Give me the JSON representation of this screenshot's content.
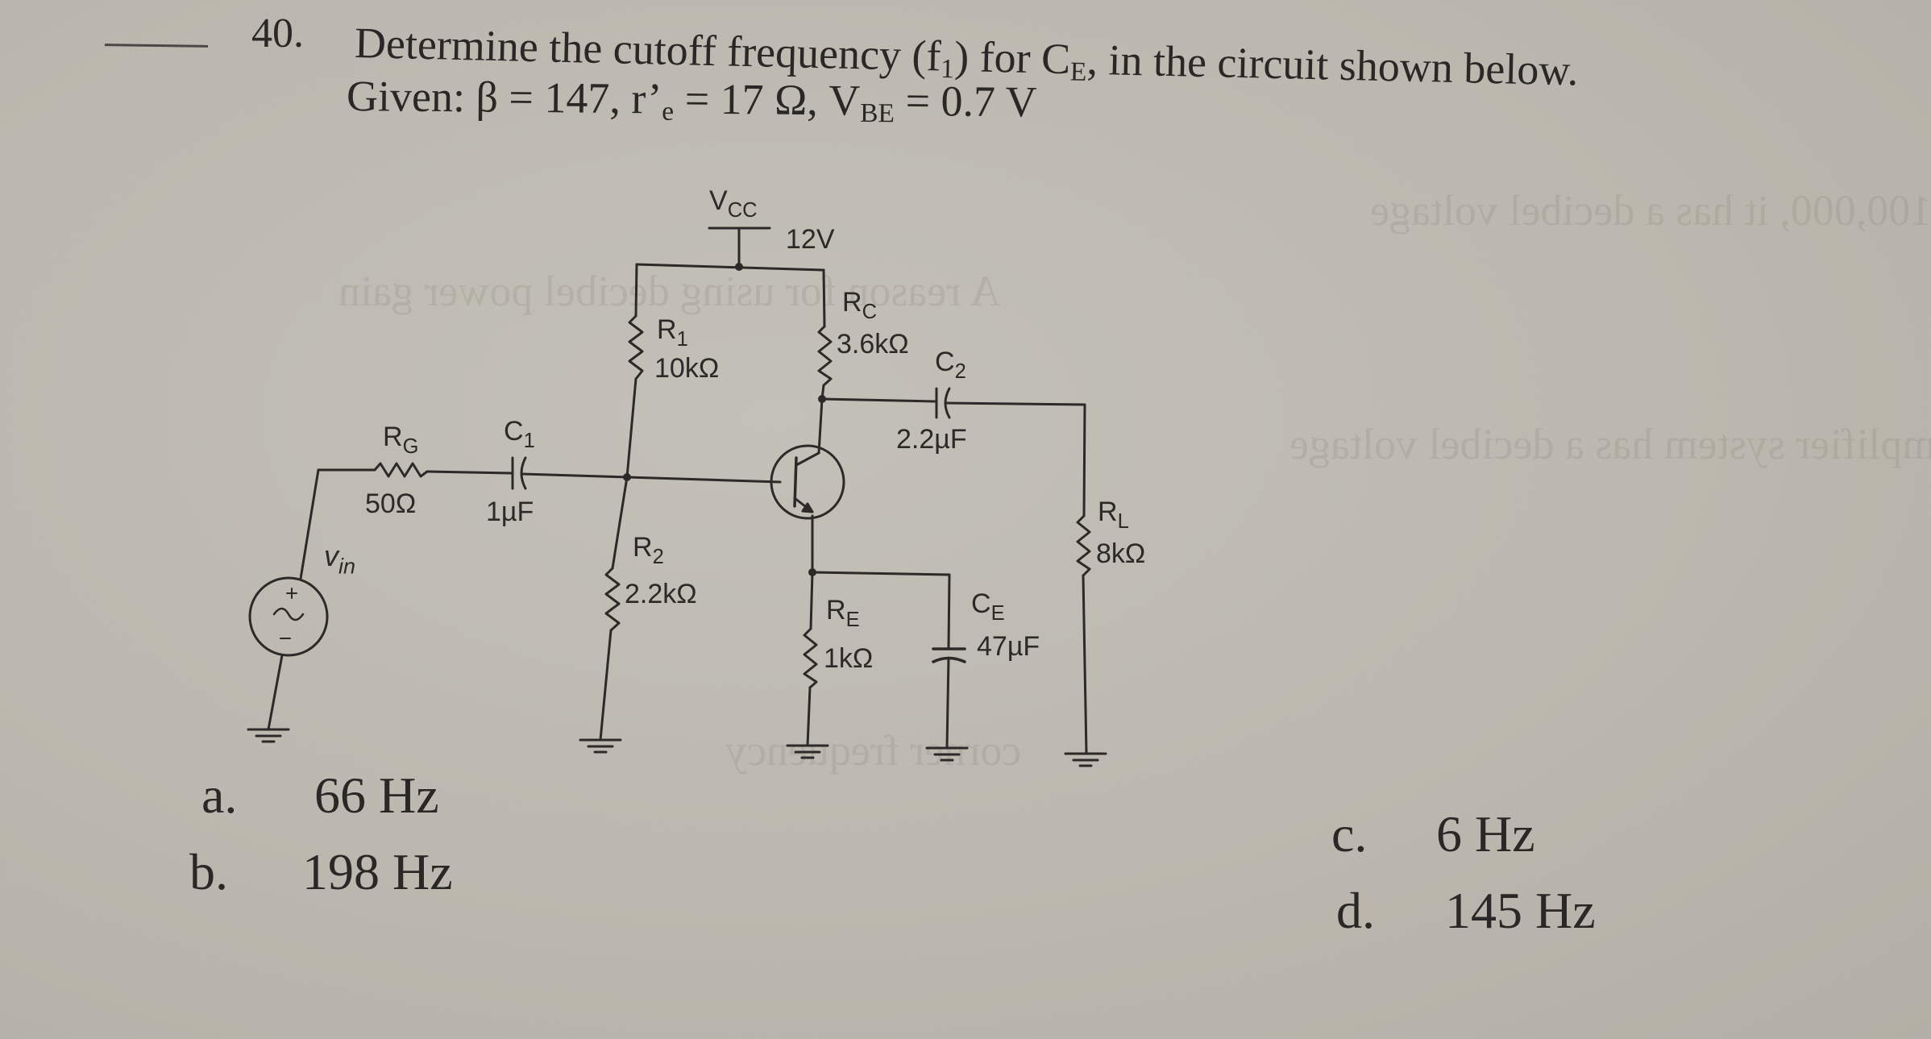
{
  "question": {
    "number": "40.",
    "text": "Determine the cutoff frequency (f",
    "text_sub": "1",
    "text_mid": ") for C",
    "text_sub2": "E",
    "text_end": ", in the circuit shown below.",
    "given_prefix": "Given: β = 147, r’",
    "given_sub_e": "e",
    "given_mid": " = 17 Ω, V",
    "given_sub_be": "BE",
    "given_end": " = 0.7 V"
  },
  "circuit": {
    "vcc": {
      "label": "V",
      "sub": "CC",
      "value": "12V"
    },
    "rg": {
      "label": "R",
      "sub": "G",
      "value": "50Ω"
    },
    "c1": {
      "label": "C",
      "sub": "1",
      "value": "1µF"
    },
    "vin": {
      "label": "v",
      "sub": "in",
      "plus": "+",
      "minus": "−",
      "symbol": "~"
    },
    "r1": {
      "label": "R",
      "sub": "1",
      "value": "10kΩ"
    },
    "r2": {
      "label": "R",
      "sub": "2",
      "value": "2.2kΩ"
    },
    "rc": {
      "label": "R",
      "sub": "C",
      "value": "3.6kΩ"
    },
    "c2": {
      "label": "C",
      "sub": "2",
      "value": "2.2µF"
    },
    "re": {
      "label": "R",
      "sub": "E",
      "value": "1kΩ"
    },
    "ce": {
      "label": "C",
      "sub": "E",
      "value": "47µF"
    },
    "rl": {
      "label": "R",
      "sub": "L",
      "value": "8kΩ"
    },
    "transistor": "npn-bjt",
    "wire_color": "#2c2a28"
  },
  "answers": [
    {
      "letter": "a.",
      "value": "66 Hz"
    },
    {
      "letter": "b.",
      "value": "198 Hz"
    },
    {
      "letter": "c.",
      "value": "6 Hz"
    },
    {
      "letter": "d.",
      "value": "145 Hz"
    }
  ],
  "colors": {
    "paper": "#bcb8af",
    "ink": "#2a2826"
  }
}
